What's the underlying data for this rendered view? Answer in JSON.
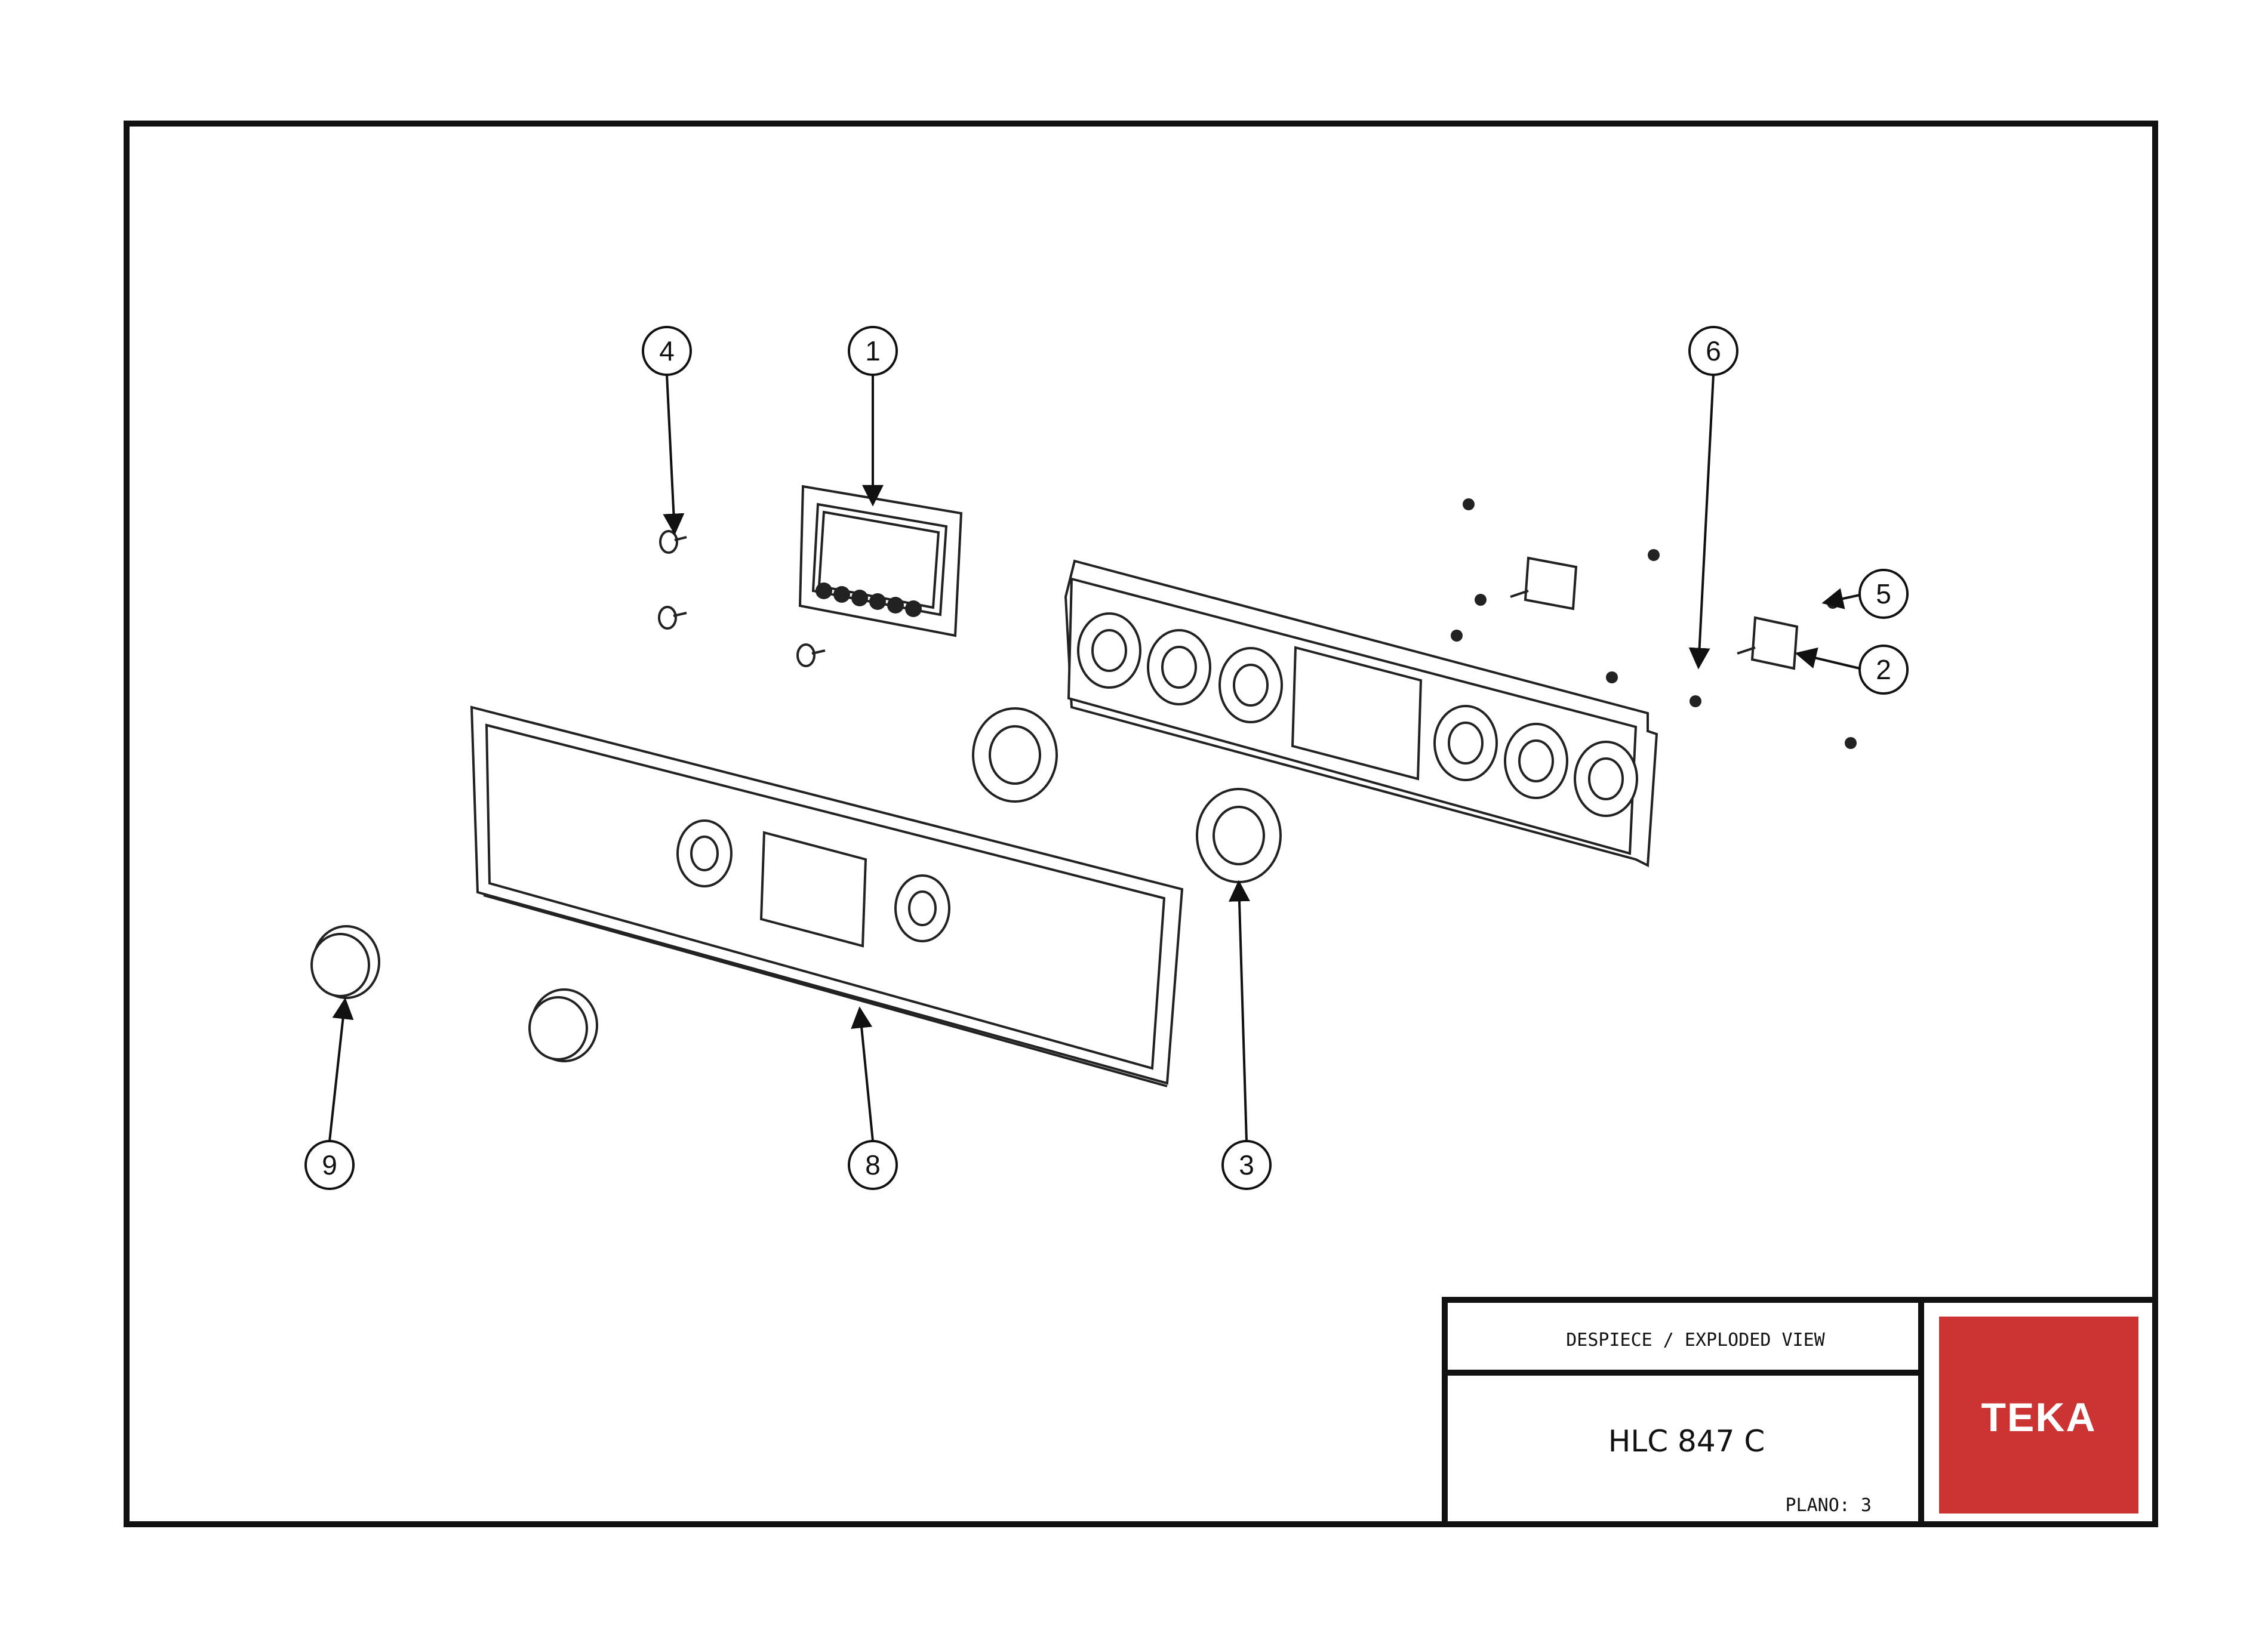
{
  "callouts": [
    {
      "num": "1",
      "part": "display-module"
    },
    {
      "num": "2",
      "part": "rotary-switch"
    },
    {
      "num": "3",
      "part": "knob-ring"
    },
    {
      "num": "4",
      "part": "support-screw"
    },
    {
      "num": "5",
      "part": "fixing-screw"
    },
    {
      "num": "6",
      "part": "switch-screw"
    },
    {
      "num": "8",
      "part": "control-panel-frame"
    },
    {
      "num": "9",
      "part": "control-knob"
    }
  ],
  "title_block": {
    "header": "DESPIECE / EXPLODED VIEW",
    "model": "HLC 847 C",
    "sheet": "PLANO: 3"
  },
  "logo": {
    "text": "TEKA",
    "color": "#cc3333"
  }
}
